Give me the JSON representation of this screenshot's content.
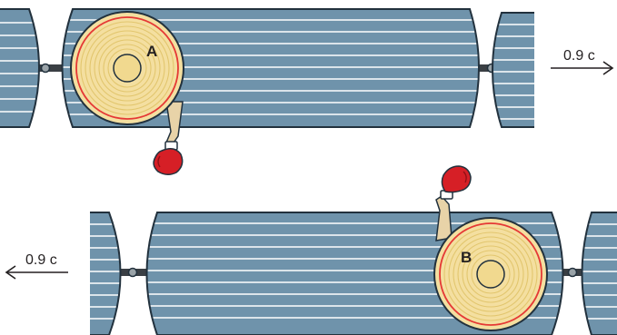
{
  "trains": {
    "top": {
      "observer_label": "A",
      "speed_label": "0.9 c",
      "direction": "right"
    },
    "bottom": {
      "observer_label": "B",
      "speed_label": "0.9 c",
      "direction": "left"
    }
  },
  "colors": {
    "car_body": "#6f93ab",
    "car_outline": "#22313d",
    "stripe": "#ffffff",
    "head_fill": "#f4dfa0",
    "head_ring": "#e2c66e",
    "head_ring_outer": "#e53935",
    "arm": "#e8d3a8",
    "glove": "#d61f26",
    "text": "#231f20"
  },
  "icons": [
    "boxing-glove-icon",
    "arrow-right-icon",
    "arrow-left-icon",
    "coupler-icon"
  ]
}
